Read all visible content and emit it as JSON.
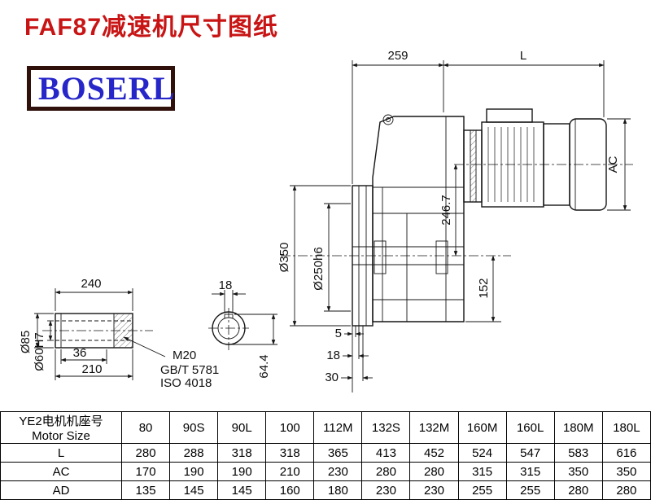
{
  "page": {
    "title": "FAF87减速机尺寸图纸",
    "logo": "BOSERL"
  },
  "drawing": {
    "dims": {
      "d259": "259",
      "dL": "L",
      "dAC": "AC",
      "d246": "246.7",
      "d350": "Ø350",
      "d250": "Ø250h6",
      "d152": "152",
      "d5": "5",
      "d18side": "18",
      "d30": "30",
      "d240": "240",
      "d18key": "18",
      "d85": "Ø85",
      "d60": "Ø60H7",
      "d36": "36",
      "d210": "210",
      "m20": "M20",
      "gb": "GB/T 5781",
      "iso": "ISO 4018",
      "d644": "64.4"
    }
  },
  "table": {
    "header_col": {
      "line1": "YE2电机机座号",
      "line2": "Motor Size"
    },
    "columns": [
      "80",
      "90S",
      "90L",
      "100",
      "112M",
      "132S",
      "132M",
      "160M",
      "160L",
      "180M",
      "180L"
    ],
    "rows": [
      {
        "label": "L",
        "values": [
          "280",
          "288",
          "318",
          "318",
          "365",
          "413",
          "452",
          "524",
          "547",
          "583",
          "616"
        ]
      },
      {
        "label": "AC",
        "values": [
          "170",
          "190",
          "190",
          "210",
          "230",
          "280",
          "280",
          "315",
          "315",
          "350",
          "350"
        ]
      },
      {
        "label": "AD",
        "values": [
          "135",
          "145",
          "145",
          "160",
          "180",
          "230",
          "230",
          "255",
          "255",
          "280",
          "280"
        ]
      }
    ]
  }
}
